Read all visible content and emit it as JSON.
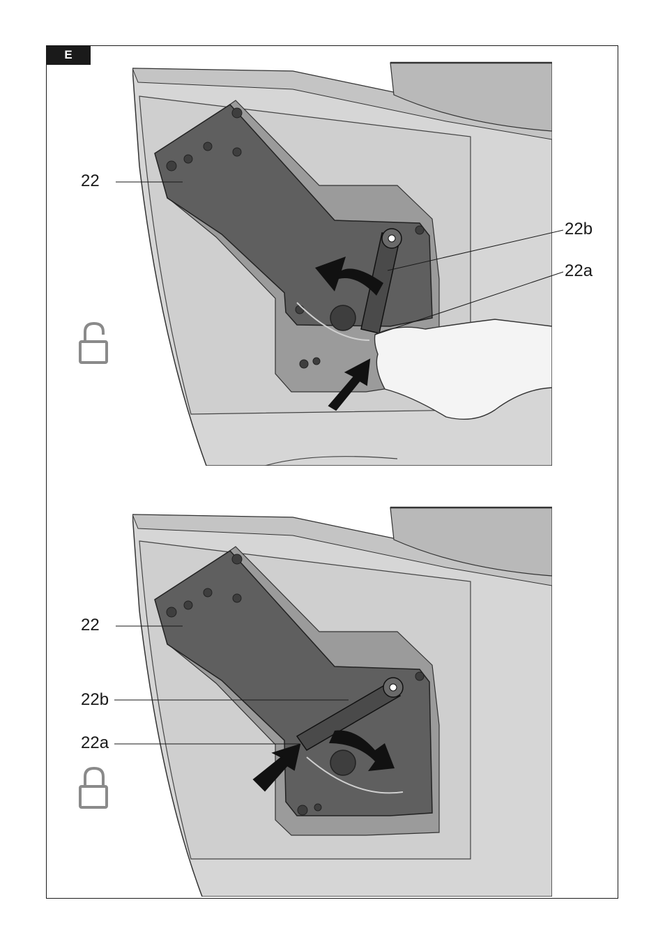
{
  "figure_tag": "E",
  "colors": {
    "frame": "#1a1a1a",
    "housing": "#d6d6d6",
    "housing_shadow": "#bdbdbd",
    "recess": "#9b9b9b",
    "plate": "#5f5f5f",
    "plate_dark": "#3e3e3e",
    "arrow": "#111111",
    "hand": "#f4f4f4",
    "lock": "#8a8a8a"
  },
  "panels": [
    {
      "state": "unlocked",
      "lock_icon": "unlocked-padlock-icon",
      "callouts": {
        "cover": "22",
        "lever": "22b",
        "latch": "22a"
      }
    },
    {
      "state": "locked",
      "lock_icon": "locked-padlock-icon",
      "callouts": {
        "cover": "22",
        "lever": "22b",
        "latch": "22a"
      }
    }
  ]
}
